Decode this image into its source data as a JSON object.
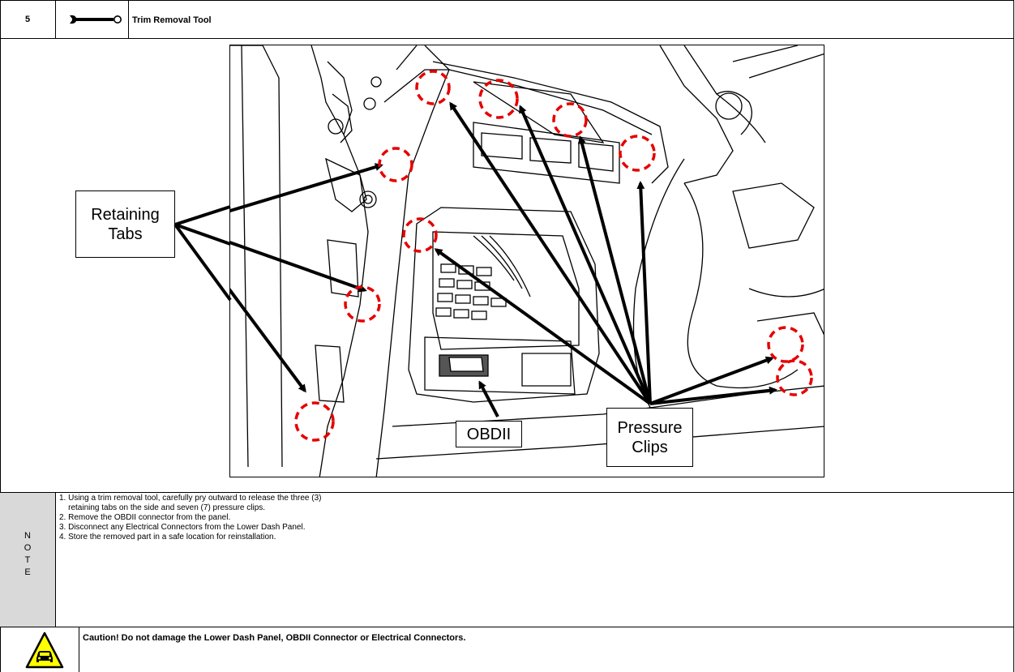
{
  "header": {
    "step_number": "5",
    "tool_icon": "wrench-icon",
    "tool_label": "Trim Removal Tool"
  },
  "figure": {
    "callouts": {
      "retaining_tabs": "Retaining\nTabs",
      "obdii": "OBDII",
      "pressure_clips": "Pressure\nClips"
    },
    "marker_color": "#e60000",
    "arrow_color": "#000000"
  },
  "note": {
    "side_label": [
      "N",
      "O",
      "T",
      "E"
    ],
    "items": [
      "1. Using a trim removal tool, carefully pry outward to release the three (3)",
      "    retaining tabs on the side and seven (7) pressure clips.",
      "2. Remove the OBDII connector from the panel.",
      "3. Disconnect any Electrical Connectors from the Lower Dash Panel.",
      "4. Store the removed part in a safe location for reinstallation."
    ],
    "side_color": "#d9d9d9"
  },
  "caution": {
    "icon": "caution-car-icon",
    "text": "Caution! Do not damage the Lower Dash Panel, OBDII Connector or Electrical Connectors.",
    "icon_color": "#ffff00"
  }
}
